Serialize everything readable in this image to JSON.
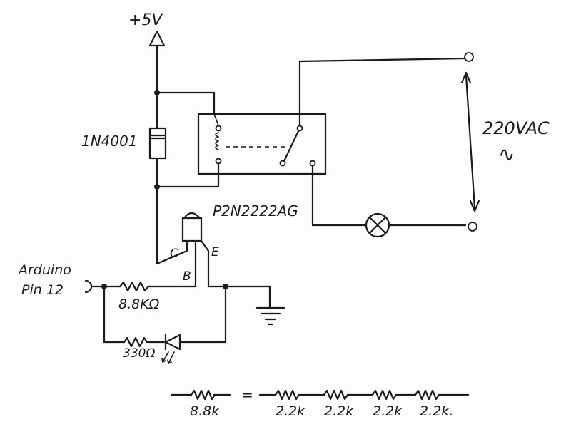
{
  "supply": {
    "label": "+5V"
  },
  "diode": {
    "label": "1N4001"
  },
  "transistor": {
    "label": "P2N2222AG",
    "collector": "C",
    "base": "B",
    "emitter": "E"
  },
  "input": {
    "line1": "Arduino",
    "line2": "Pin 12"
  },
  "resistor_main": {
    "label": "8.8KΩ"
  },
  "resistor_led": {
    "label": "330Ω"
  },
  "ac_source": {
    "label": "220VAC",
    "symbol": "∿"
  },
  "equivalence": {
    "left": "8.8k",
    "equals": "=",
    "parts": [
      "2.2k",
      "2.2k",
      "2.2k",
      "2.2k."
    ]
  }
}
